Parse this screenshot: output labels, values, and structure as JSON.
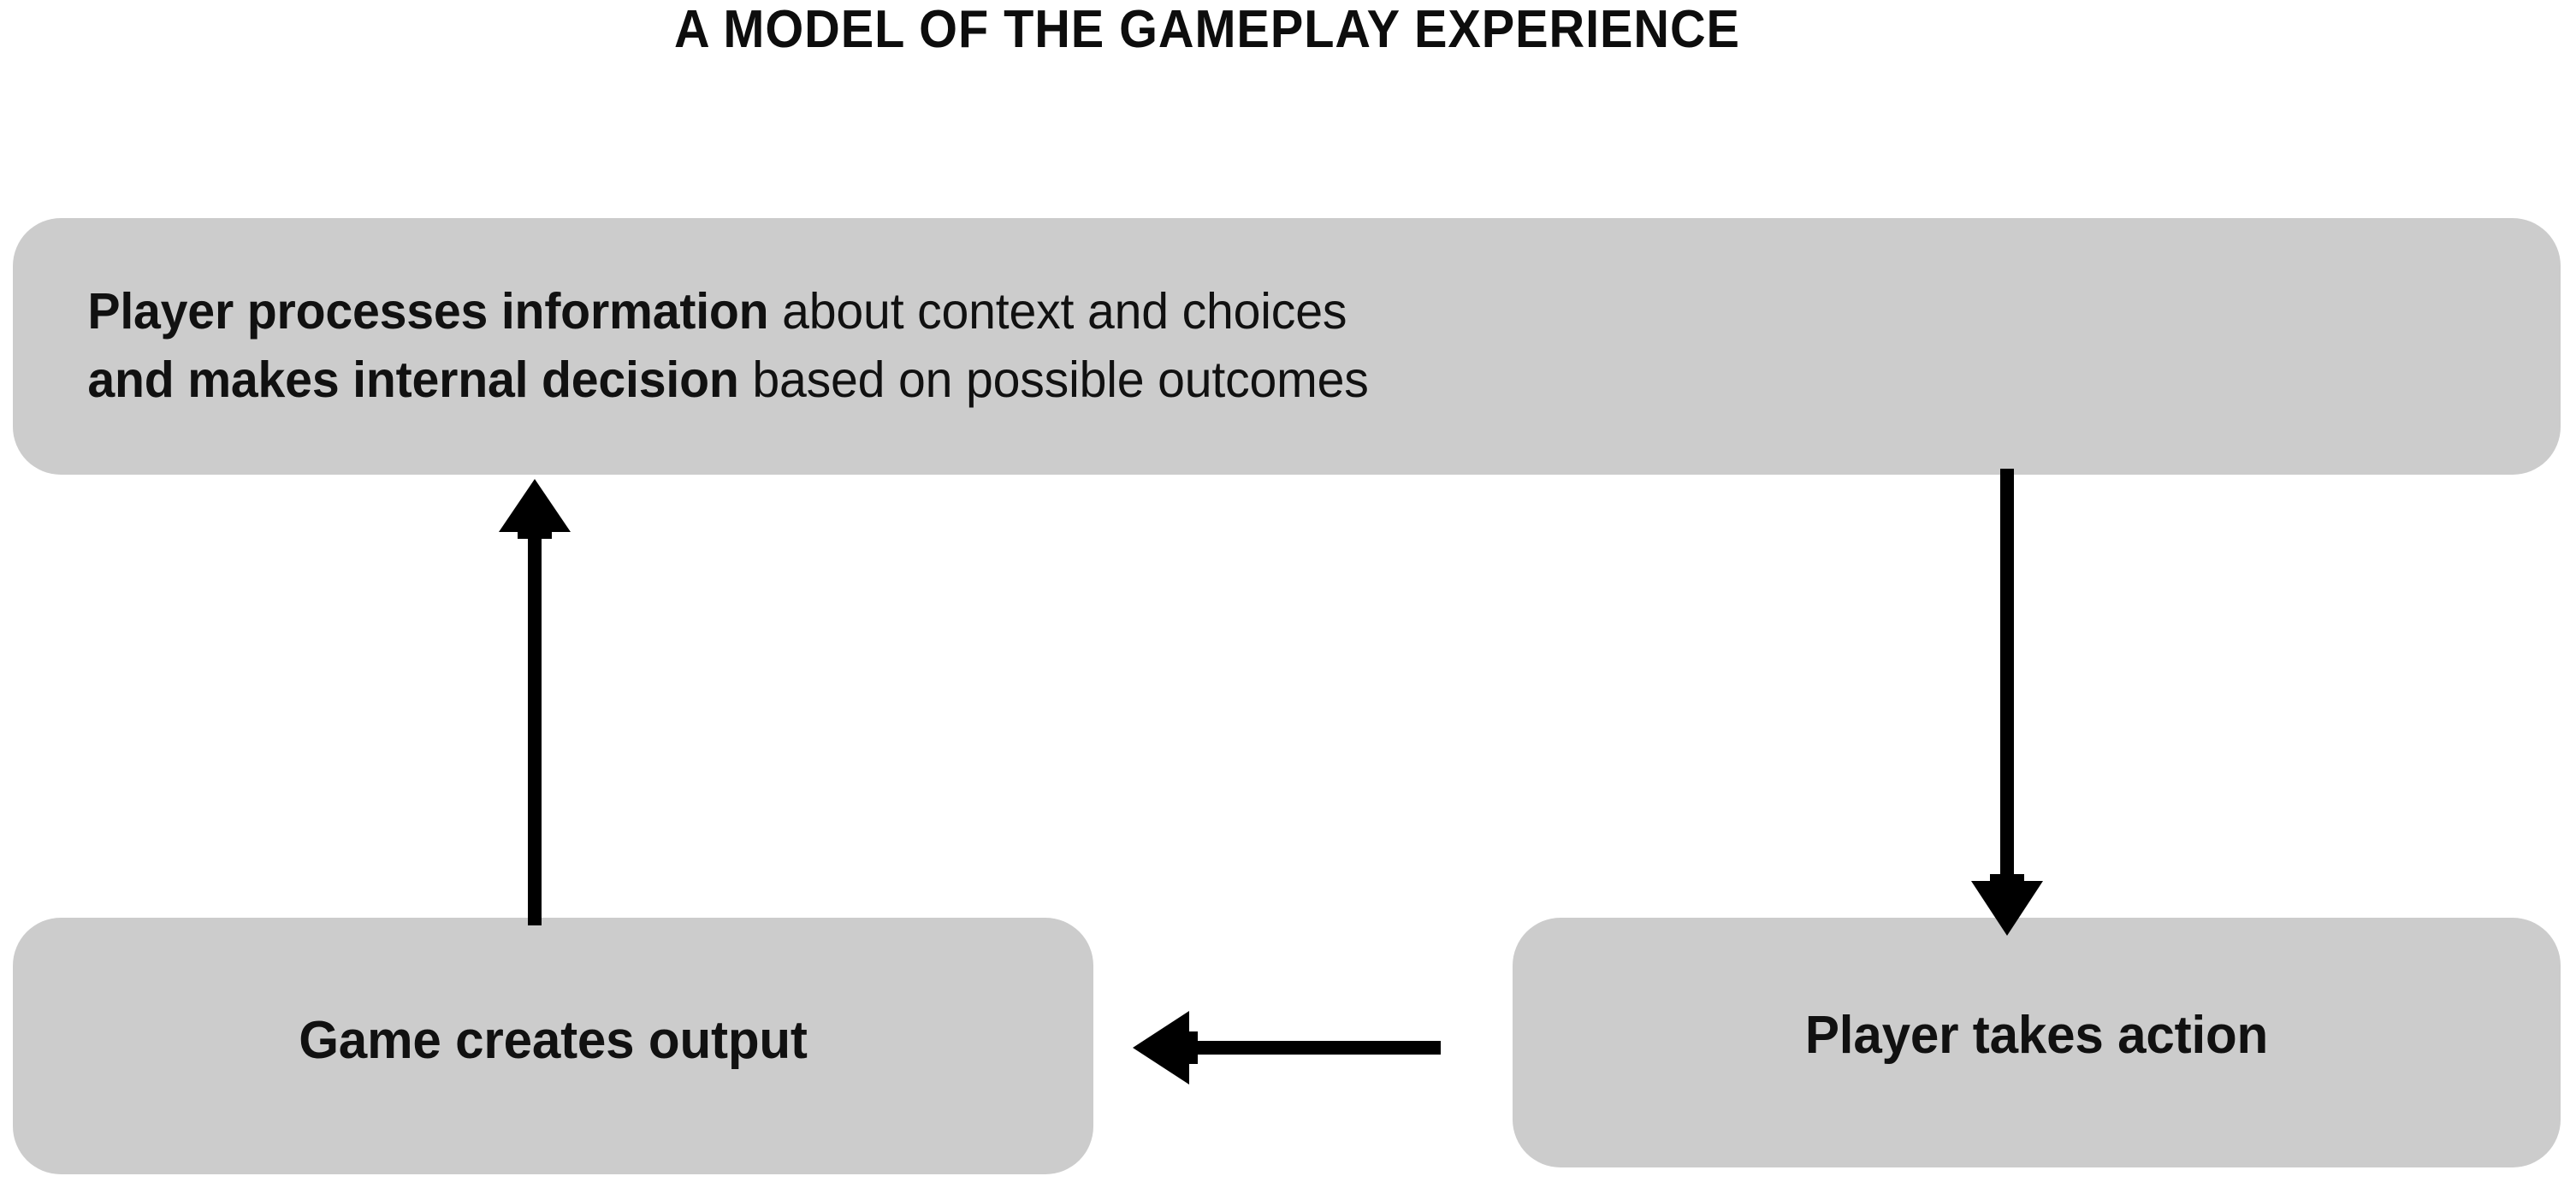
{
  "title": "A MODEL OF THE GAMEPLAY EXPERIENCE",
  "colors": {
    "box_fill": "#cccccc",
    "text": "#111111",
    "arrow": "#000000",
    "background": "#ffffff"
  },
  "nodes": {
    "player_processes": {
      "line1_bold": "Player processes information",
      "line1_regular": " about context and choices",
      "line2_bold": "and makes internal decision",
      "line2_regular": " based on possible outcomes"
    },
    "game_output": {
      "label": "Game creates output"
    },
    "player_action": {
      "label": "Player takes action"
    }
  },
  "arrows": [
    {
      "name": "player-processes-to-player-action",
      "from": "player_processes",
      "to": "player_action",
      "direction": "down"
    },
    {
      "name": "player-action-to-game-output",
      "from": "player_action",
      "to": "game_output",
      "direction": "left"
    },
    {
      "name": "game-output-to-player-processes",
      "from": "game_output",
      "to": "player_processes",
      "direction": "up"
    }
  ]
}
